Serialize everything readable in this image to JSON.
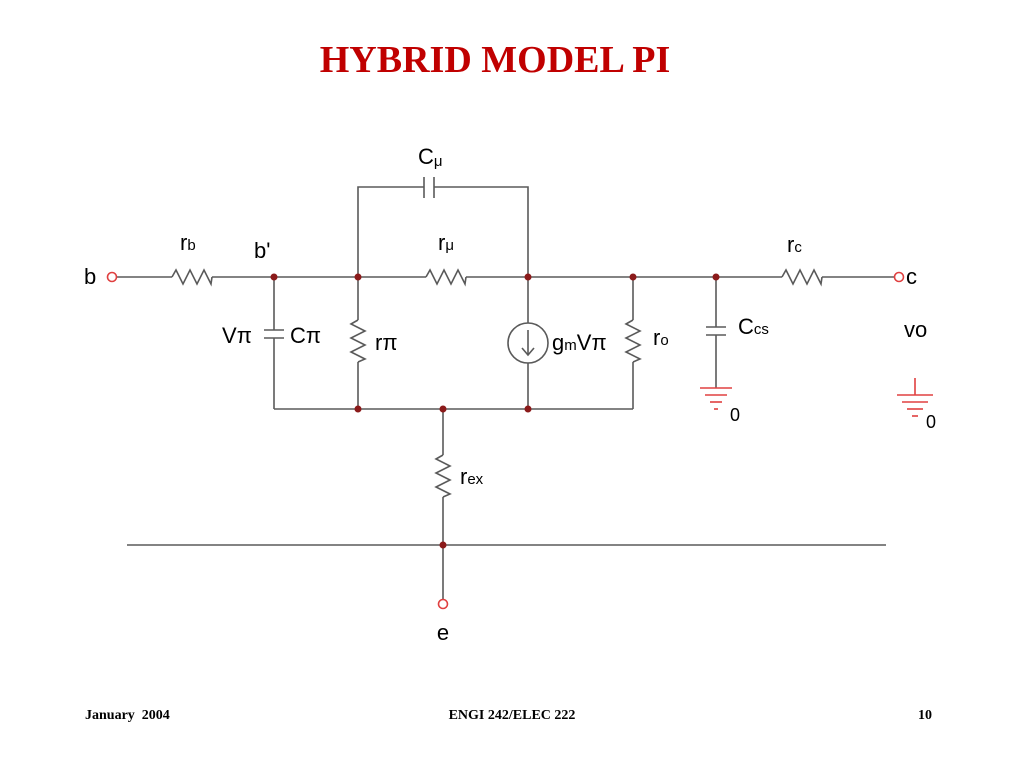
{
  "slide": {
    "title": "HYBRID MODEL PI",
    "footer_left": "January  2004",
    "footer_center": "ENGI 242/ELEC 222",
    "footer_right": "10"
  },
  "diagram": {
    "nodes": {
      "b": "b",
      "b_prime": "b'",
      "c": "c",
      "e": "e",
      "vo": "vo"
    },
    "components": {
      "c_mu": {
        "base": "C",
        "sub": "μ"
      },
      "r_b": {
        "base": "r",
        "sub": "b"
      },
      "r_mu": {
        "base": "r",
        "sub": "μ"
      },
      "r_c": {
        "base": "r",
        "sub": "c"
      },
      "v_pi": {
        "base": "V",
        "sub": "π"
      },
      "c_pi": {
        "base": "C",
        "sub": "π"
      },
      "r_pi": {
        "base": "r",
        "sub": "π"
      },
      "gm_v_pi": {
        "g": "g",
        "m": "m",
        "v": "V",
        "pi": "π"
      },
      "r_o": {
        "base": "r",
        "sub": "o"
      },
      "c_cs": {
        "base": "C",
        "sub": "cs"
      },
      "r_ex": {
        "base": "r",
        "sub": "ex"
      }
    },
    "grounds": [
      "0",
      "0"
    ],
    "colors": {
      "terminal": "#e04040",
      "junction": "#8b1a1a",
      "wire": "#5a5a5a"
    }
  }
}
